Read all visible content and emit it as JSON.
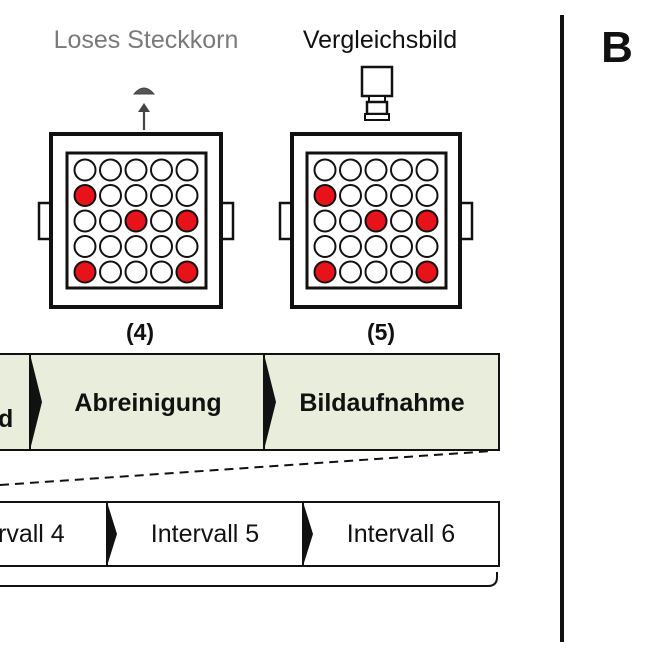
{
  "figure": {
    "panel_letter": "B",
    "colors": {
      "filled": "#e8131a",
      "empty": "#ffffff",
      "outline": "#111111",
      "process_band_bg": "#e9eedc",
      "caption_grey": "#7a7a7a"
    }
  },
  "stages": [
    {
      "caption": "Loses Steckkorn",
      "caption_style": "grey",
      "icon": "loose-pin-arrow-icon",
      "number_label": "(4)",
      "grid": [
        [
          0,
          0,
          0,
          0,
          0
        ],
        [
          1,
          0,
          0,
          0,
          0
        ],
        [
          0,
          0,
          1,
          0,
          1
        ],
        [
          0,
          0,
          0,
          0,
          0
        ],
        [
          1,
          0,
          0,
          0,
          1
        ]
      ]
    },
    {
      "caption": "Vergleichsbild",
      "caption_style": "black",
      "icon": "camera-icon",
      "number_label": "(5)",
      "grid": [
        [
          0,
          0,
          0,
          0,
          0
        ],
        [
          1,
          0,
          0,
          0,
          0
        ],
        [
          0,
          0,
          1,
          0,
          1
        ],
        [
          0,
          0,
          0,
          0,
          0
        ],
        [
          1,
          0,
          0,
          0,
          1
        ]
      ]
    }
  ],
  "process_steps": [
    {
      "label": "d"
    },
    {
      "label": "Abreinigung"
    },
    {
      "label": "Bildaufnahme"
    }
  ],
  "intervals": [
    {
      "label": "rvall 4"
    },
    {
      "label": "Intervall 5"
    },
    {
      "label": "Intervall 6"
    }
  ]
}
